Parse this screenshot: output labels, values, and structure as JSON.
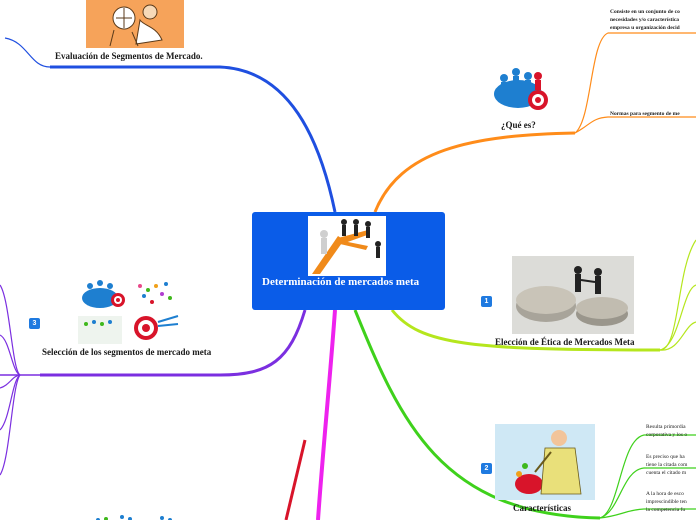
{
  "central": {
    "title": "Determinación de mercados meta"
  },
  "nodes": {
    "evaluacion": {
      "label": "Evaluación de Segmentos de Mercado."
    },
    "que_es": {
      "label": "¿Qué es?"
    },
    "eleccion": {
      "label": "Elección de Ética de Mercados Meta",
      "badge": "1"
    },
    "seleccion": {
      "label": "Selección de los segmentos de mercado meta",
      "badge": "3"
    },
    "caracteristicas": {
      "label": "Características",
      "badge": "2"
    }
  },
  "que_es_details": {
    "line1": "Consiste en un conjunto de co",
    "line2": "necesidades y/o característica",
    "line3": "empresa u organización decid",
    "normas": "Normas para segmento de me"
  },
  "caracteristicas_details": {
    "a1": "Resulta primordia",
    "a2": "corporativa y los o",
    "b1": "Es preciso que ha",
    "b2": "tiene la citada com",
    "b3": "cuenta el citado m",
    "c1": "A la hora de esco",
    "c2": "imprescindible ten",
    "c3": "la competencia fu"
  },
  "colors": {
    "central_bg": "#0a5ce8",
    "branch_blue": "#1f4fe0",
    "branch_orange": "#ff8c1a",
    "branch_yellow_green": "#b5e61d",
    "branch_green": "#3fd11c",
    "branch_purple": "#7b2fe0",
    "branch_magenta": "#ee22ee",
    "branch_red": "#d8142a"
  }
}
